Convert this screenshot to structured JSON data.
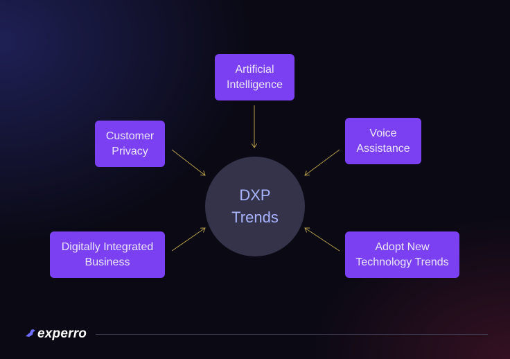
{
  "diagram": {
    "center": {
      "label": "DXP\nTrends"
    },
    "nodes": {
      "ai": "Artificial\nIntelligence",
      "privacy": "Customer\nPrivacy",
      "voice": "Voice\nAssistance",
      "digital": "Digitally Integrated\nBusiness",
      "adopt": "Adopt New\nTechnology Trends"
    }
  },
  "footer": {
    "logo_text": "experro"
  },
  "colors": {
    "node_fill": "#7a40f2",
    "hub_fill": "#34334a",
    "hub_text": "#a9b4ff",
    "arrow": "#b8a04a"
  }
}
